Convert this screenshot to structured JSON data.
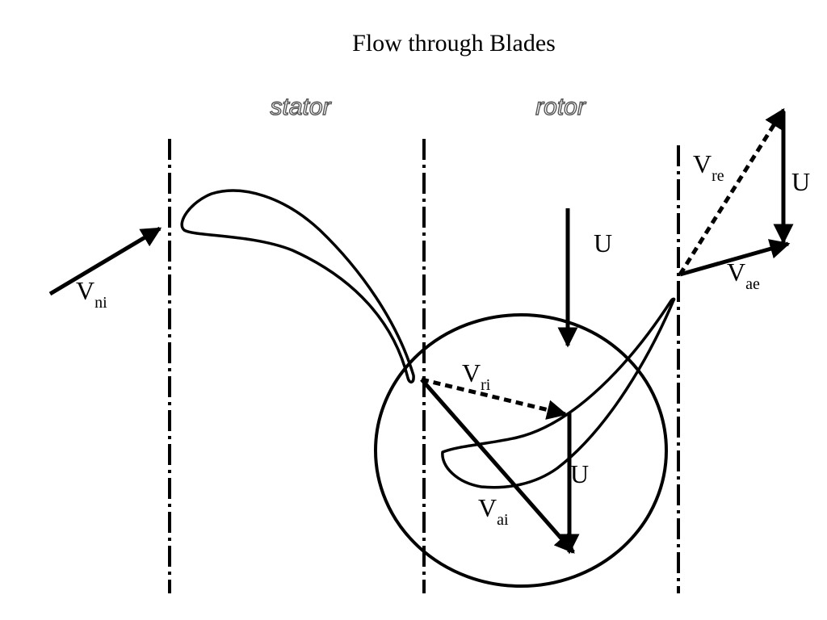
{
  "title": "Flow through Blades",
  "regions": {
    "stator": "stator",
    "rotor": "rotor"
  },
  "labels": {
    "v_ni": {
      "main": "V",
      "sub": "ni"
    },
    "v_ri": {
      "main": "V",
      "sub": "ri"
    },
    "v_ai": {
      "main": "V",
      "sub": "ai"
    },
    "u_inlet_circle": "U",
    "u_rotor_top": "U",
    "v_re": {
      "main": "V",
      "sub": "re"
    },
    "v_ae": {
      "main": "V",
      "sub": "ae"
    },
    "u_exit": "U"
  }
}
